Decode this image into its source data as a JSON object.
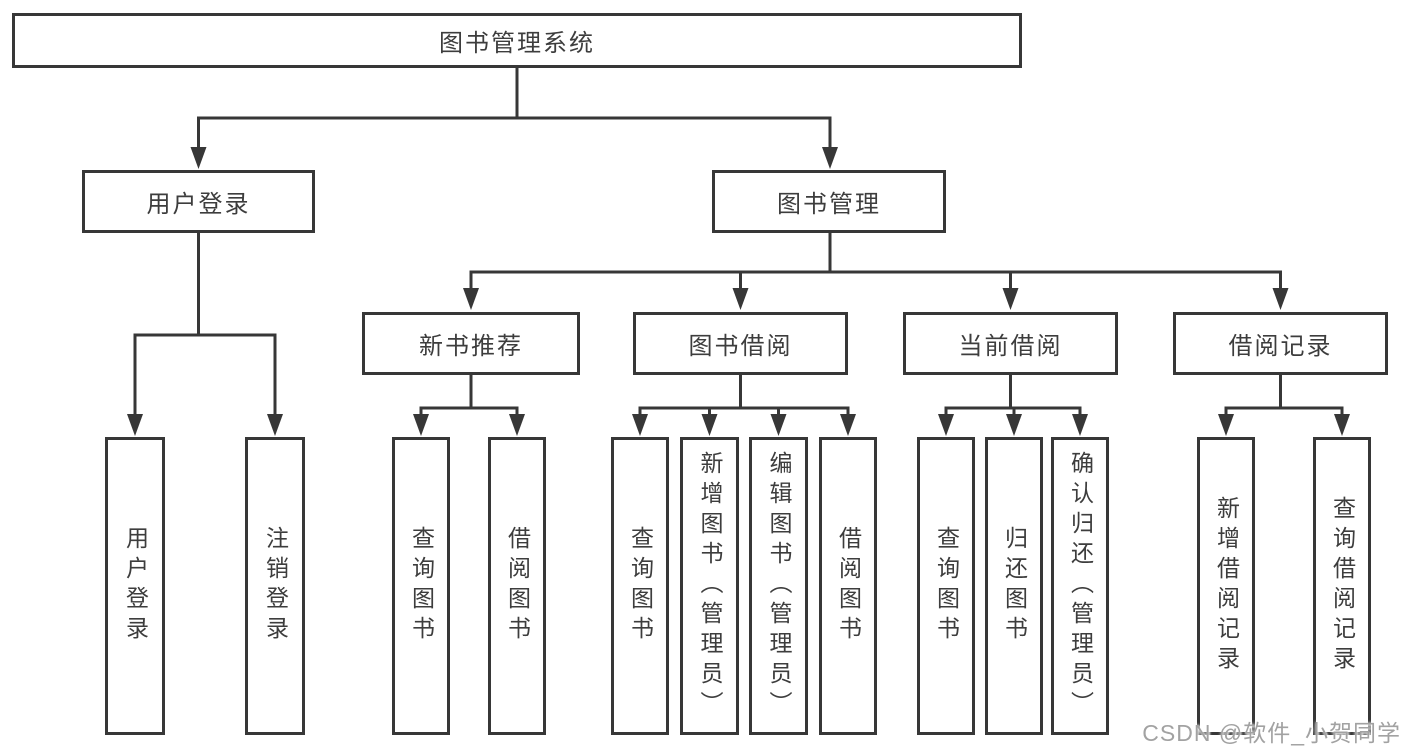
{
  "diagram": {
    "root": "图书管理系统",
    "branches": [
      {
        "label": "用户登录",
        "children": [
          {
            "label": "用户登录"
          },
          {
            "label": "注销登录"
          }
        ]
      },
      {
        "label": "图书管理",
        "children": [
          {
            "label": "新书推荐",
            "children": [
              {
                "label": "查询图书"
              },
              {
                "label": "借阅图书"
              }
            ]
          },
          {
            "label": "图书借阅",
            "children": [
              {
                "label": "查询图书"
              },
              {
                "label": "新增图书（管理员）"
              },
              {
                "label": "编辑图书（管理员）"
              },
              {
                "label": "借阅图书"
              }
            ]
          },
          {
            "label": "当前借阅",
            "children": [
              {
                "label": "查询图书"
              },
              {
                "label": "归还图书"
              },
              {
                "label": "确认归还（管理员）"
              }
            ]
          },
          {
            "label": "借阅记录",
            "children": [
              {
                "label": "新增借阅记录"
              },
              {
                "label": "查询借阅记录"
              }
            ]
          }
        ]
      }
    ]
  },
  "watermark": "CSDN @软件_小贺同学",
  "colors": {
    "line": "#373737",
    "text": "#3d3d3d",
    "watermark": "#a2a2a2",
    "background": "#ffffff"
  }
}
